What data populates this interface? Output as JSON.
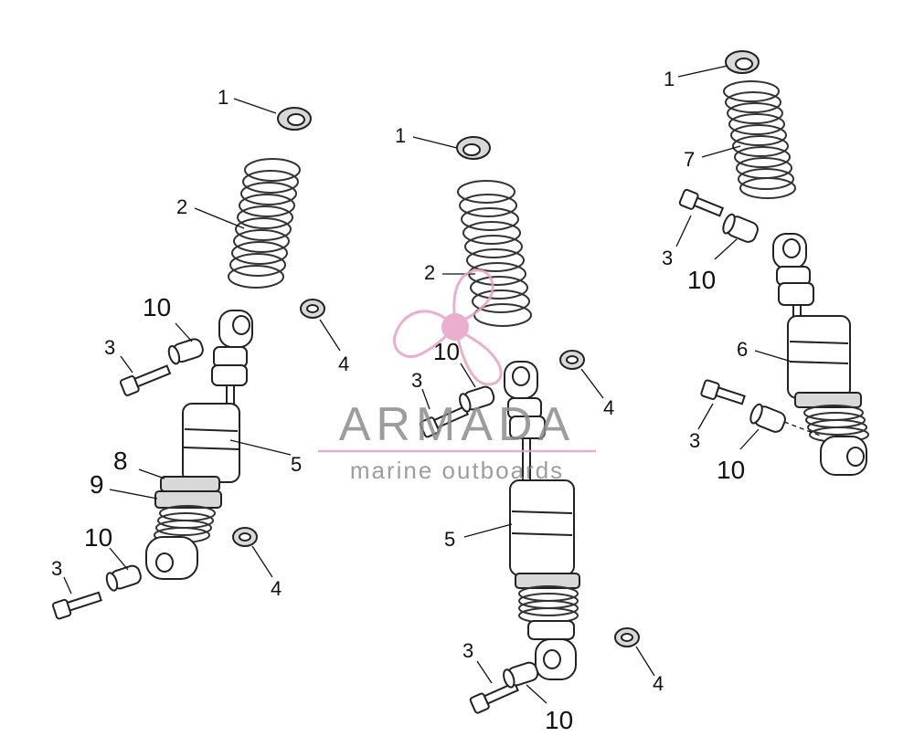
{
  "watermark": {
    "brand": "ARMADA",
    "tagline": "marine outboards",
    "color_pink": "#e8a2c6",
    "color_gray": "#8c8c8c"
  },
  "callouts": {
    "left": {
      "c1": "1",
      "c2": "2",
      "c10a": "10",
      "c3a": "3",
      "c4a": "4",
      "c8": "8",
      "c9": "9",
      "c5": "5",
      "c10b": "10",
      "c3b": "3",
      "c4b": "4"
    },
    "middle": {
      "c1": "1",
      "c2": "2",
      "c10a": "10",
      "c3a": "3",
      "c4a": "4",
      "c5": "5",
      "c3b": "3",
      "c10b": "10",
      "c4b": "4"
    },
    "right": {
      "c1": "1",
      "c7": "7",
      "c3a": "3",
      "c10a": "10",
      "c6": "6",
      "c3b": "3",
      "c10b": "10"
    }
  }
}
